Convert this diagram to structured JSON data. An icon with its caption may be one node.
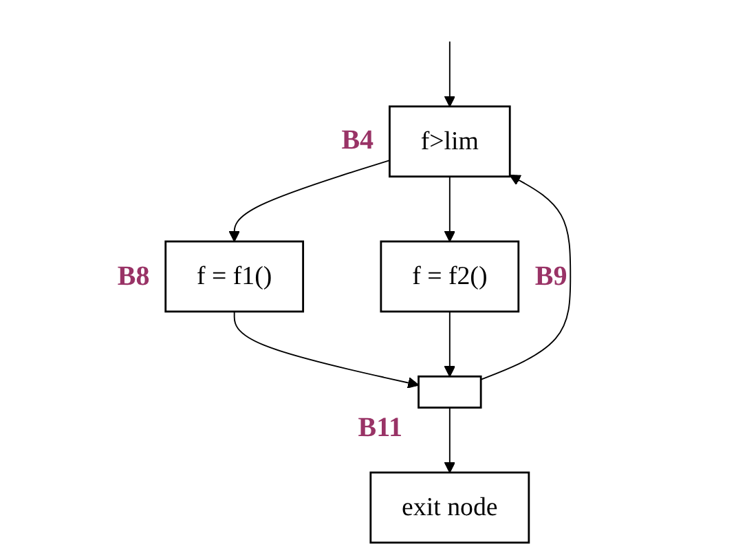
{
  "diagram": {
    "nodes": [
      {
        "text": [
          "f>lim"
        ],
        "beside": [
          "B4"
        ]
      },
      {
        "text": [
          "f = f1()"
        ],
        "beside": [
          "B8"
        ]
      },
      {
        "text": [
          "f = f2()"
        ],
        "beside": [
          "B9"
        ]
      },
      {
        "text": [],
        "shape": "box",
        "beside": [
          "B11"
        ]
      },
      {
        "text": [
          "exit node"
        ]
      }
    ],
    "edges": [
      {
        "from": null,
        "to": 0,
        "arrow": "to"
      },
      {
        "from": 0,
        "to": 1,
        "arrow": "to"
      },
      {
        "from": 0,
        "to": 2,
        "arrow": "to"
      },
      {
        "from": 1,
        "to": 3,
        "arrow": "to"
      },
      {
        "from": 2,
        "to": 3,
        "arrow": "to"
      },
      {
        "from": 3,
        "to": 0,
        "arrow": "to"
      },
      {
        "from": 3,
        "to": 4,
        "arrow": "to"
      }
    ]
  }
}
